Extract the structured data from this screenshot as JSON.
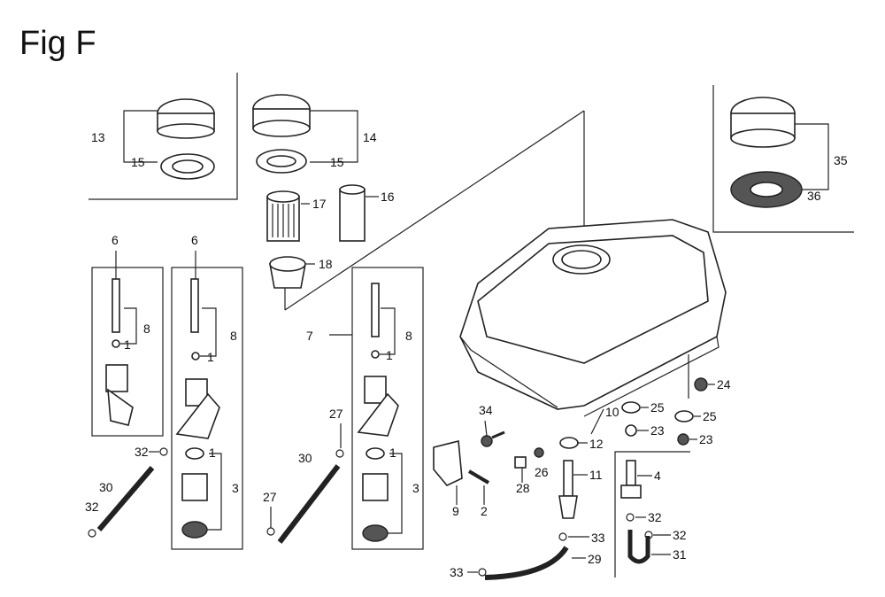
{
  "title": "Fig F",
  "labels": {
    "l13": "13",
    "l15a": "15",
    "l14": "14",
    "l15b": "15",
    "l16": "16",
    "l17": "17",
    "l18": "18",
    "l35": "35",
    "l36": "36",
    "l6a": "6",
    "l8a": "8",
    "l1a": "1",
    "l32a": "32",
    "l30a": "30",
    "l32b": "32",
    "l6b": "6",
    "l8b": "8",
    "l1b": "1",
    "l1c": "1",
    "l3a": "3",
    "l27a": "27",
    "l30b": "30",
    "l27b": "27",
    "l7": "7",
    "l8c": "8",
    "l1d": "1",
    "l1e": "1",
    "l3b": "3",
    "l34": "34",
    "l9": "9",
    "l2": "2",
    "l28": "28",
    "l26": "26",
    "l12": "12",
    "l10": "10",
    "l11": "11",
    "l33a": "33",
    "l29": "29",
    "l33b": "33",
    "l25a": "25",
    "l23a": "23",
    "l24": "24",
    "l25b": "25",
    "l23b": "23",
    "l4": "4",
    "l32c": "32",
    "l32d": "32",
    "l31": "31"
  }
}
